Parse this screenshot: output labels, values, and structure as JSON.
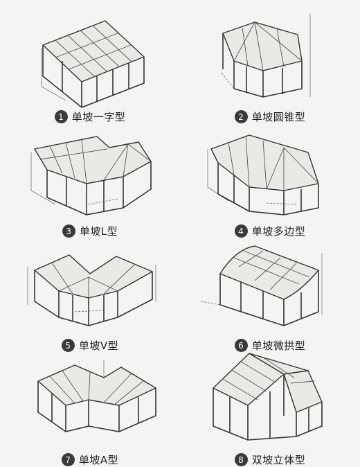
{
  "items": [
    {
      "num": "1",
      "label": "单坡一字型"
    },
    {
      "num": "2",
      "label": "单坡圆锥型"
    },
    {
      "num": "3",
      "label": "单坡L型"
    },
    {
      "num": "4",
      "label": "单坡多边型"
    },
    {
      "num": "5",
      "label": "单坡V型"
    },
    {
      "num": "6",
      "label": "单坡微拱型"
    },
    {
      "num": "7",
      "label": "单坡A型"
    },
    {
      "num": "8",
      "label": "双坡立体型"
    }
  ]
}
